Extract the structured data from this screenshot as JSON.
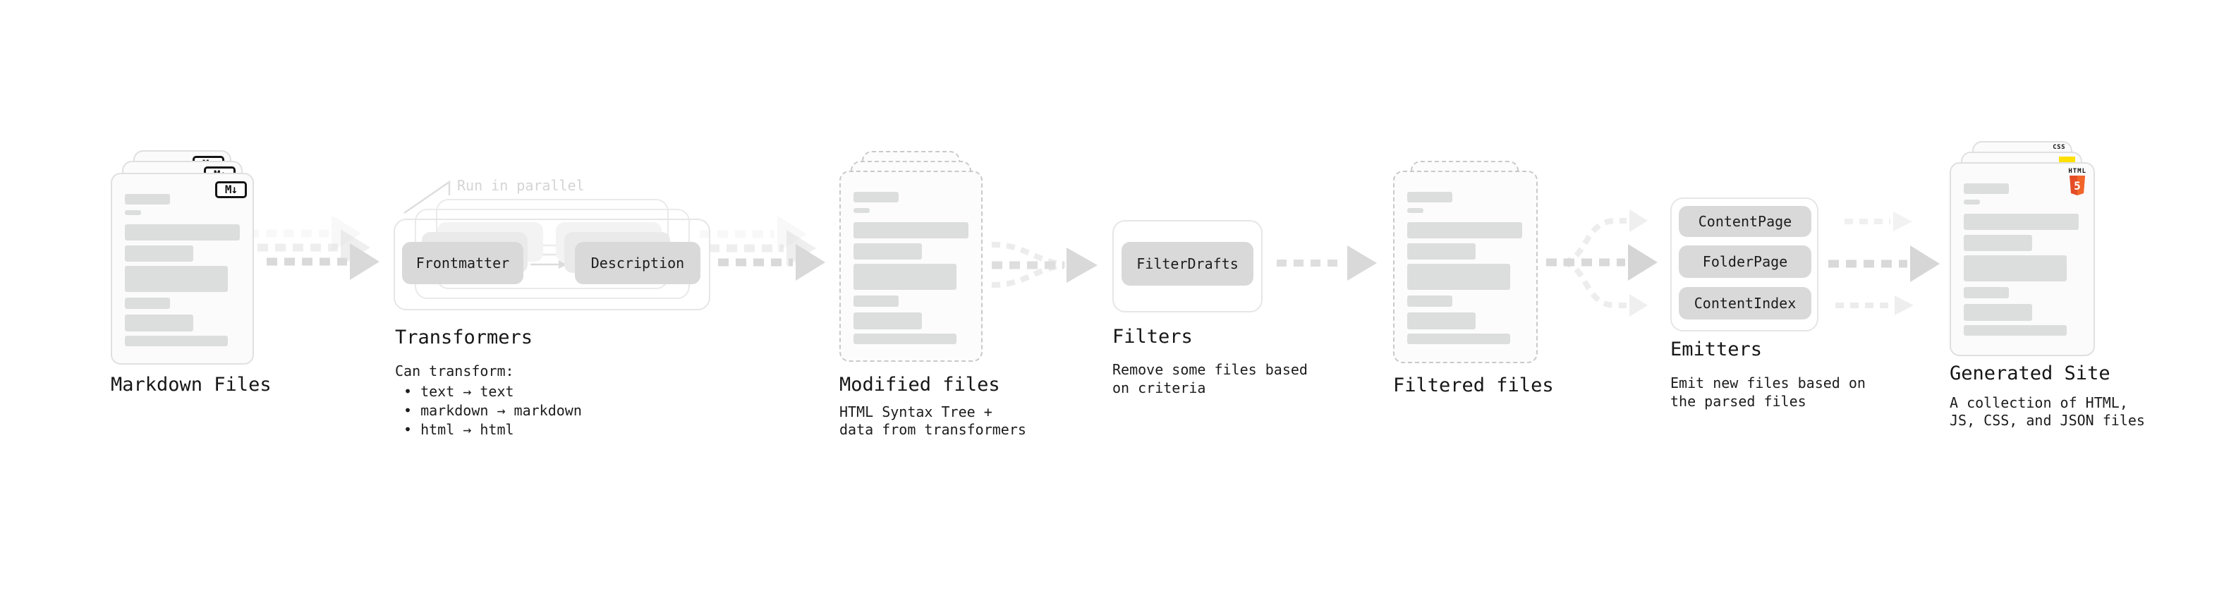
{
  "stages": {
    "markdown_files": {
      "title": "Markdown Files",
      "badge": "M↓"
    },
    "transformers": {
      "title": "Transformers",
      "note": "Run in parallel",
      "step1": "Frontmatter",
      "step2": "Description",
      "caption": "Can transform:",
      "bullets": [
        "• text → text",
        "• markdown → markdown",
        "• html → html"
      ]
    },
    "modified_files": {
      "title": "Modified files",
      "caption_line1": "HTML Syntax Tree +",
      "caption_line2": "data from transformers"
    },
    "filters": {
      "title": "Filters",
      "step1": "FilterDrafts",
      "caption_line1": "Remove some files based",
      "caption_line2": "on criteria"
    },
    "filtered_files": {
      "title": "Filtered files"
    },
    "emitters": {
      "title": "Emitters",
      "step1": "ContentPage",
      "step2": "FolderPage",
      "step3": "ContentIndex",
      "caption_line1": "Emit new files based on",
      "caption_line2": "the parsed files"
    },
    "generated_site": {
      "title": "Generated Site",
      "caption_line1": "A collection of HTML,",
      "caption_line2": "JS, CSS, and JSON files",
      "badge_html": "HTML",
      "badge_html_number": "5",
      "badge_css": "CSS"
    }
  },
  "colors": {
    "html5_orange": "#e44d26",
    "html5_orange_light": "#f16529",
    "js_yellow": "#ffe000",
    "css_blue": "#2965f1",
    "chip_gray": "#d9d9d9",
    "arrow_gray": "#d9d9d9"
  }
}
